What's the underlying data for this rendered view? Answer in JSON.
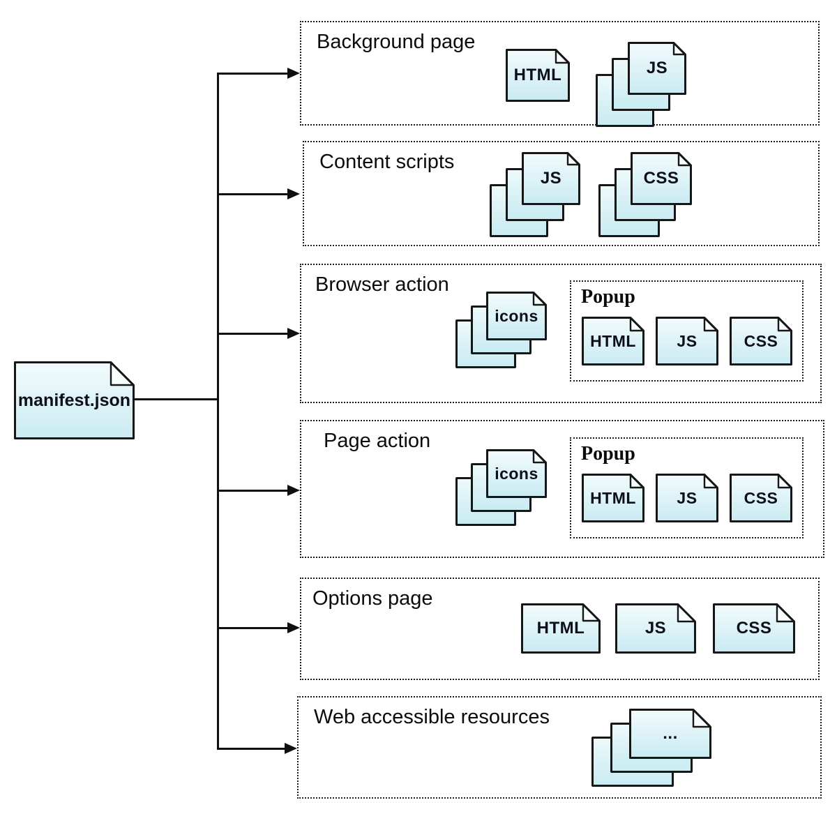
{
  "root_file": {
    "label": "manifest.json"
  },
  "sections": {
    "background": {
      "title": "Background page",
      "html_label": "HTML",
      "js_label": "JS"
    },
    "content": {
      "title": "Content scripts",
      "js_label": "JS",
      "css_label": "CSS"
    },
    "browser_action": {
      "title": "Browser action",
      "icons_label": "icons",
      "popup": {
        "title": "Popup",
        "html_label": "HTML",
        "js_label": "JS",
        "css_label": "CSS"
      }
    },
    "page_action": {
      "title": "Page action",
      "icons_label": "icons",
      "popup": {
        "title": "Popup",
        "html_label": "HTML",
        "js_label": "JS",
        "css_label": "CSS"
      }
    },
    "options": {
      "title": "Options page",
      "html_label": "HTML",
      "js_label": "JS",
      "css_label": "CSS"
    },
    "web_accessible": {
      "title": "Web accessible resources",
      "stack_label": "..."
    }
  },
  "colors": {
    "doc_fill_top": "#f2fbfc",
    "doc_fill_bottom": "#c9ebf2",
    "doc_border": "#161616",
    "line": "#0f0f0f",
    "box_border": "#1b1b1b"
  }
}
